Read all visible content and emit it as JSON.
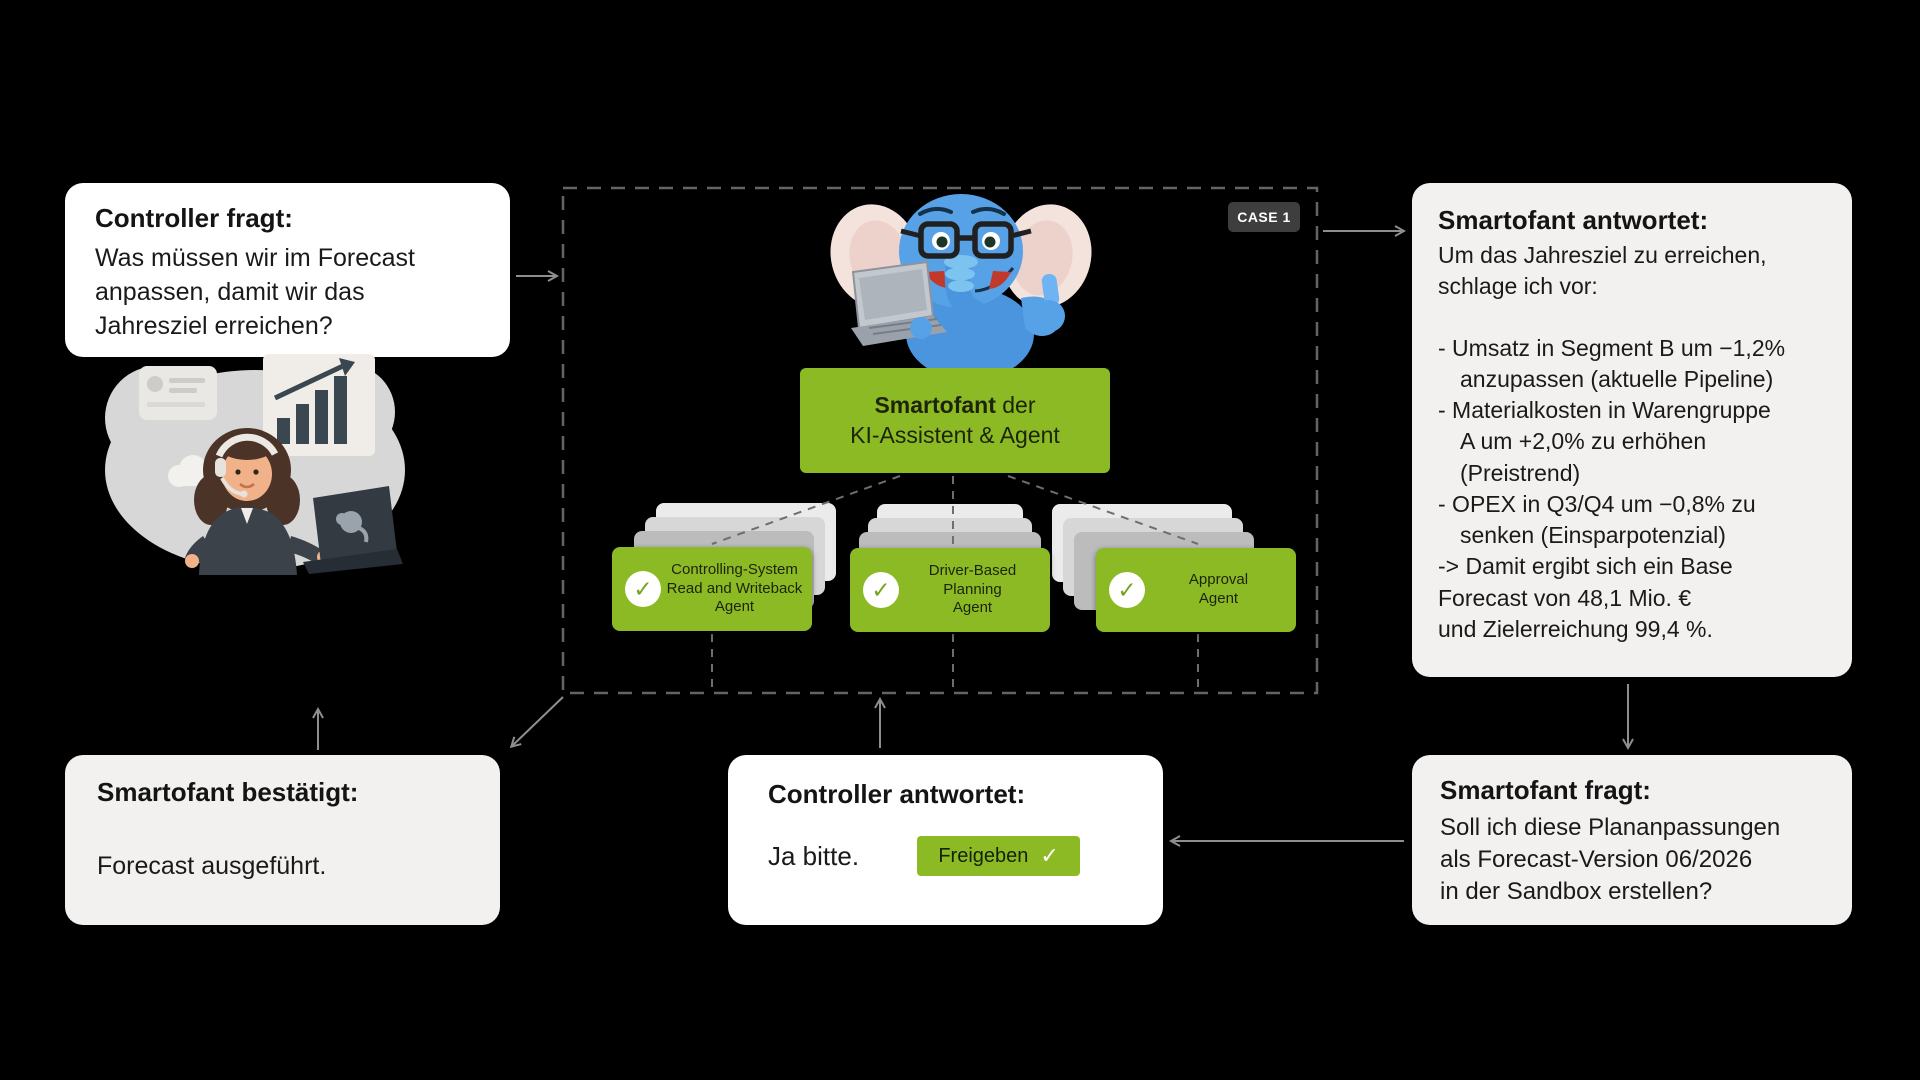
{
  "badge": {
    "label": "CASE 1"
  },
  "colors": {
    "background": "#000000",
    "green": "#8cba25",
    "panel": "#f2f1ef",
    "white": "#ffffff",
    "badge_bg": "#3e3e3e",
    "arrow": "#8e8e8e",
    "mascot_blue": "#57a2e7"
  },
  "boxes": {
    "ask": {
      "title": "Controller fragt:",
      "body": "Was müssen wir im Forecast\nanpassen, damit wir das\nJahresziel erreichen?"
    },
    "answer": {
      "title": "Smartofant antwortet:",
      "intro": "Um das Jahresziel zu erreichen,\nschlage ich vor:",
      "bullets": [
        "- Umsatz in Segment B um −1,2%\nanzupassen (aktuelle Pipeline)",
        "- Materialkosten in Warengruppe\nA um +2,0% zu erhöhen\n(Preistrend)",
        "- OPEX in Q3/Q4 um −0,8% zu\nsenken (Einsparpotenzial)"
      ],
      "conclusion": "-> Damit ergibt sich ein Base\nForecast von 48,1 Mio. €\nund Zielerreichung 99,4 %."
    },
    "followup": {
      "title": "Smartofant fragt:",
      "body": "Soll ich diese Plananpassungen\nals Forecast-Version 06/2026\nin der Sandbox erstellen?"
    },
    "approve": {
      "title": "Controller antwortet:",
      "answer": "Ja bitte.",
      "button_label": "Freigeben",
      "button_check": "✓"
    },
    "confirm": {
      "title": "Smartofant bestätigt:",
      "body": "Forecast ausgeführt."
    }
  },
  "agent_system": {
    "main": {
      "name": "Smartofant",
      "suffix": "der",
      "line2": "KI-Assistent & Agent"
    },
    "agents": [
      {
        "label": "Controlling-System\nRead and Writeback\nAgent",
        "check": "✓"
      },
      {
        "label": "Driver-Based\nPlanning\nAgent",
        "check": "✓"
      },
      {
        "label": "Approval\nAgent",
        "check": "✓"
      }
    ]
  }
}
